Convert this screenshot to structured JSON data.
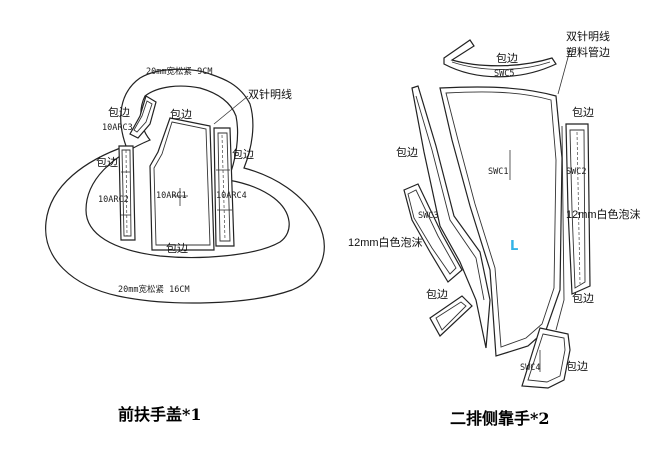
{
  "left_group": {
    "title": "前扶手盖*1",
    "labels": {
      "top_band": "20mm宽松紧 9CM",
      "bottom_band": "20mm宽松紧 16CM",
      "stitch": "双针明线",
      "trim_a": "包边",
      "trim_b": "包边",
      "trim_c": "包边",
      "trim_d": "包边",
      "trim_e": "包边"
    },
    "codes": {
      "arc1": "10ARC1",
      "arc2": "10ARC2",
      "arc3": "10ARC3",
      "arc4": "10ARC4"
    }
  },
  "right_group": {
    "title": "二排侧靠手*2",
    "labels": {
      "stitch": "双针明线",
      "pipe": "塑料管边",
      "foam_right": "12mm白色泡沫",
      "foam_left": "12mm白色泡沫",
      "trim_top": "包边",
      "trim_right_top": "包边",
      "trim_left": "包边",
      "trim_bottom_left": "包边",
      "trim_right_bottom": "包边",
      "trim_swc4": "包边"
    },
    "codes": {
      "swc1": "SWC1",
      "swc2": "SWC2",
      "swc3": "SWC3",
      "swc4": "SWC4",
      "swc5": "SWC5"
    },
    "side_mark": "L",
    "side_mark_color": "#33b3e6"
  }
}
